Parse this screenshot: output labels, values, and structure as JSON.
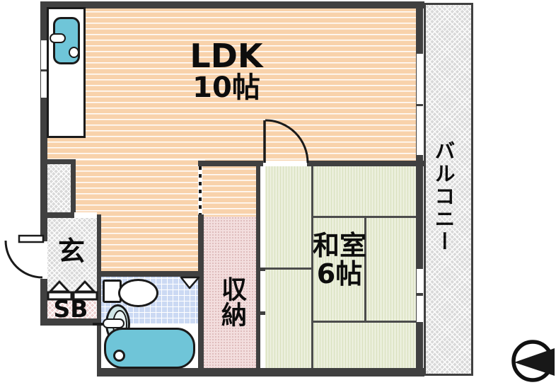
{
  "floorplan": {
    "type": "japanese-apartment-1LDK",
    "rooms": {
      "ldk": {
        "label": "LDK",
        "size": "10帖"
      },
      "washitsu": {
        "label": "和室",
        "size": "6帖"
      },
      "storage": {
        "label": "収納"
      },
      "genkan": {
        "label": "玄"
      },
      "shoebox": {
        "label": "SB"
      },
      "balcony": {
        "label": "バルコニー"
      }
    },
    "colors": {
      "wall": "#404040",
      "wood_floor": "#f8d2ab",
      "tatami": "#ebefdc",
      "balcony_hatch": "#d9d9d9",
      "shoebox_hatch": "#eed0d0",
      "storage_dots": "#f3dede",
      "bath_tile": "#cbd9f3",
      "fixture_teal": "#6fc5d8",
      "basin_pale": "#cfe5e6"
    },
    "fixtures": [
      "kitchen-sink",
      "toilet",
      "wash-basin",
      "bathtub",
      "shoe-box",
      "north-compass"
    ]
  }
}
